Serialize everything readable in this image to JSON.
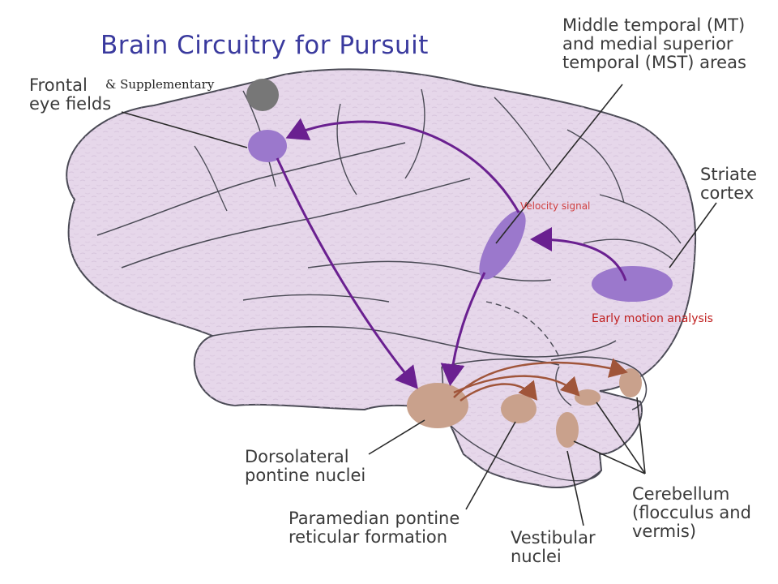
{
  "title": "Brain Circuitry for Pursuit",
  "annotations": {
    "supplementary": "& Supplementary",
    "velocity_signal": "Velocity signal",
    "early_motion": "Early motion analysis"
  },
  "labels": {
    "frontal_eye_fields": "Frontal\neye fields",
    "mt_mst": "Middle temporal (MT)\nand medial superior\ntemporal (MST) areas",
    "striate_cortex": "Striate\ncortex",
    "dorsolateral": "Dorsolateral\npontine nuclei",
    "paramedian": "Paramedian pontine\nreticular formation",
    "vestibular": "Vestibular\nnuclei",
    "cerebellum": "Cerebellum\n(flocculus and\nvermis)"
  },
  "colors": {
    "brain_fill": "#e6d7ea",
    "brain_outline": "#4a4a55",
    "cortical_area": "#9b78cc",
    "pathway_arrow": "#6a2090",
    "brainstem_nucleus": "#c9a18c",
    "brainstem_arrow": "#a0553a",
    "title": "#3a3a9e",
    "annotation_red": "#c02020"
  }
}
